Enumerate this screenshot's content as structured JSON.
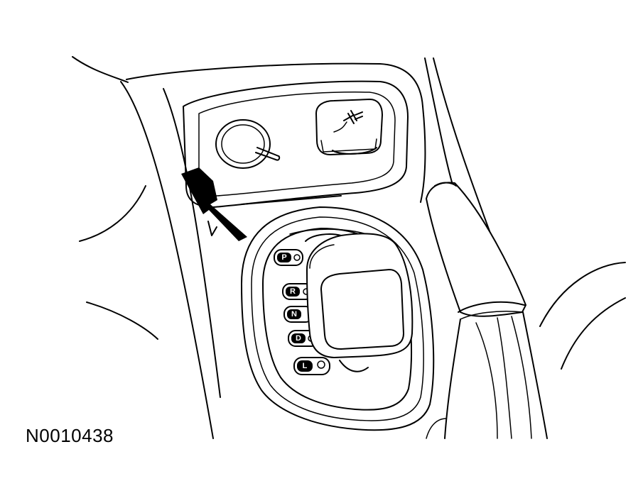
{
  "figure_id": "N0010438",
  "gear_labels": [
    "P",
    "R",
    "N",
    "D",
    "L"
  ],
  "icons": {
    "cigar_lighter": "cigar-lighter-icon",
    "power_point": "power-outlet-icon",
    "callout_arrow": "callout-arrow-icon"
  }
}
